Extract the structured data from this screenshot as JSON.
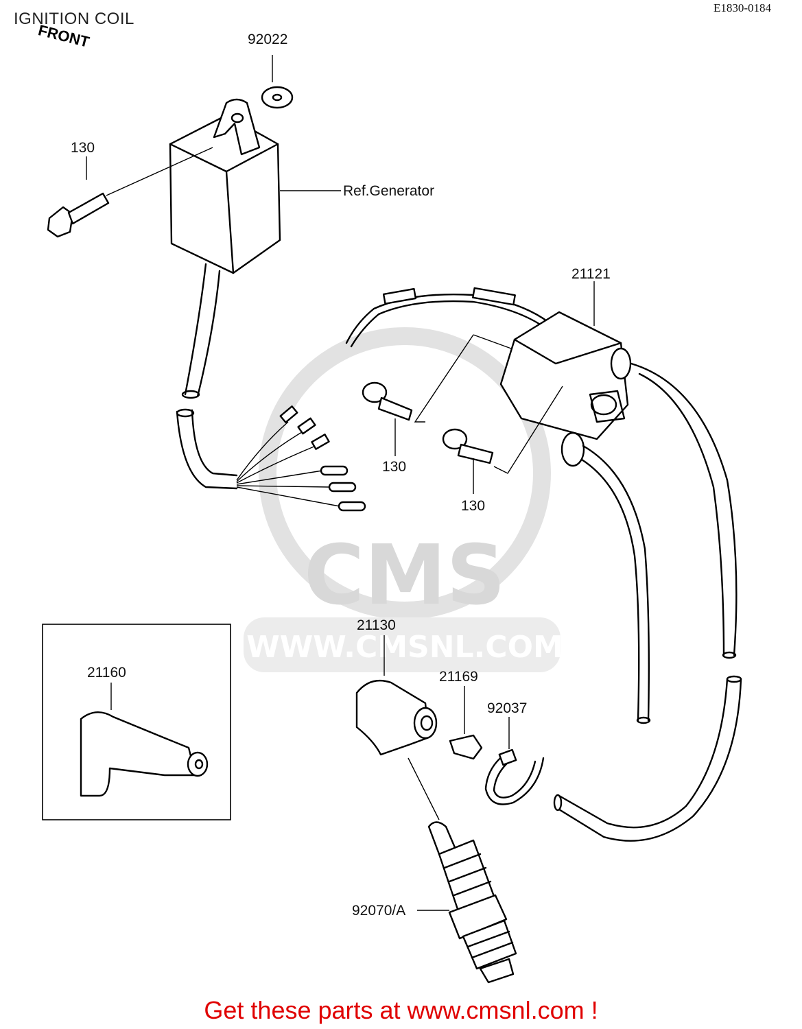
{
  "header": {
    "title": "IGNITION COIL",
    "diagram_code": "E1830-0184",
    "front_label": "FRONT"
  },
  "callouts": {
    "washer": "92022",
    "bolt_cdi": "130",
    "ref_generator": "Ref.Generator",
    "coil": "21121",
    "bolt_a": "130",
    "bolt_b": "130",
    "plug_cap": "21130",
    "inset_plug_cap": "21160",
    "clamp": "21169",
    "band": "92037",
    "spark_plug": "92070/A"
  },
  "watermark": {
    "brand": "CMS",
    "url": "WWW.CMSNL.COM"
  },
  "footer": {
    "text": "Get these parts at www.cmsnl.com !"
  }
}
